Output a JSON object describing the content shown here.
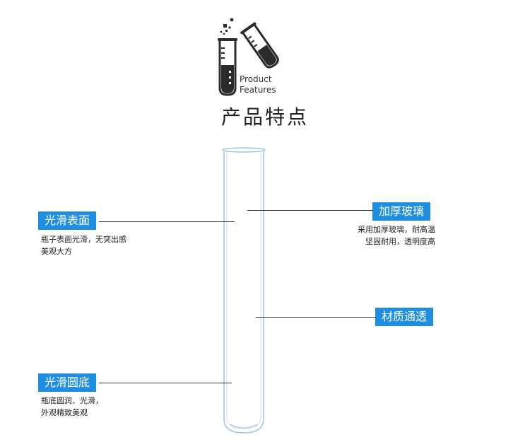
{
  "header": {
    "logo_icon": "test-tubes-icon",
    "logo_text_line1": "Product",
    "logo_text_line2": "Features",
    "title": "产品特点"
  },
  "features": {
    "smooth_surface": {
      "label": "光滑表面",
      "desc_line1": "瓶子表面光滑，无突出感",
      "desc_line2": "美观大方"
    },
    "thick_glass": {
      "label": "加厚玻璃",
      "desc_line1": "采用加厚玻璃，耐高温",
      "desc_line2": "坚固耐用，透明度高"
    },
    "transparent_material": {
      "label": "材质通透"
    },
    "smooth_bottom": {
      "label": "光滑圆底",
      "desc_line1": "瓶底圆润、光滑，",
      "desc_line2": "外观精致美观"
    }
  },
  "colors": {
    "accent": "#1e8fe0",
    "tube": "#9cc4e4"
  }
}
